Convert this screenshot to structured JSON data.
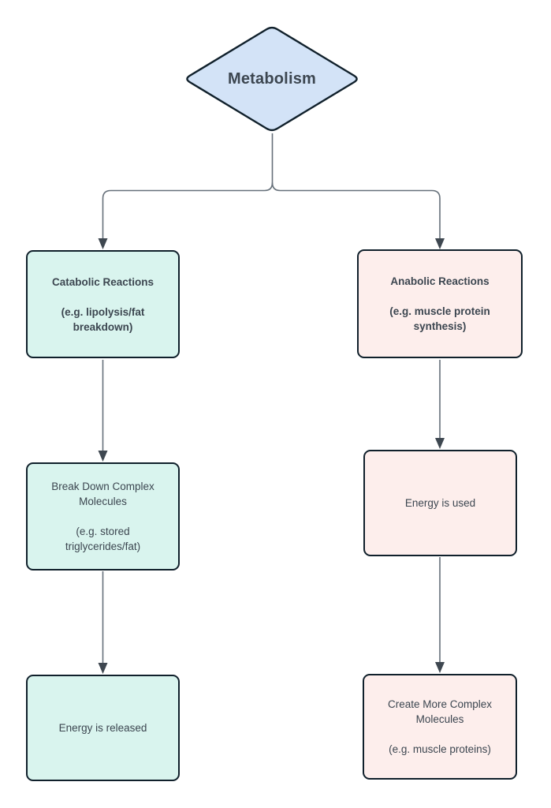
{
  "nodes": {
    "metabolism": {
      "label": "Metabolism"
    },
    "catabolic": {
      "title": "Catabolic Reactions",
      "example": "(e.g. lipolysis/fat breakdown)"
    },
    "anabolic": {
      "title": "Anabolic Reactions",
      "example": "(e.g. muscle protein synthesis)"
    },
    "break_down": {
      "title": "Break Down Complex Molecules",
      "example": "(e.g. stored triglycerides/fat)"
    },
    "energy_used": {
      "label": "Energy is used"
    },
    "energy_released": {
      "label": "Energy is released"
    },
    "create_molecules": {
      "title": "Create More Complex Molecules",
      "example": "(e.g. muscle proteins)"
    }
  },
  "edges": [
    {
      "from": "Metabolism",
      "to": "Catabolic Reactions"
    },
    {
      "from": "Metabolism",
      "to": "Anabolic Reactions"
    },
    {
      "from": "Catabolic Reactions",
      "to": "Break Down Complex Molecules"
    },
    {
      "from": "Break Down Complex Molecules",
      "to": "Energy is released"
    },
    {
      "from": "Anabolic Reactions",
      "to": "Energy is used"
    },
    {
      "from": "Energy is used",
      "to": "Create More Complex Molecules"
    }
  ],
  "colors": {
    "diamond_fill": "#d3e3f7",
    "catabolic_fill": "#d9f4ee",
    "anabolic_fill": "#fdeeec",
    "shape_border": "#10202b",
    "line_color": "#66707a",
    "arrow_color": "#3e4750",
    "text_color": "#3c4650",
    "background": "#ffffff"
  }
}
